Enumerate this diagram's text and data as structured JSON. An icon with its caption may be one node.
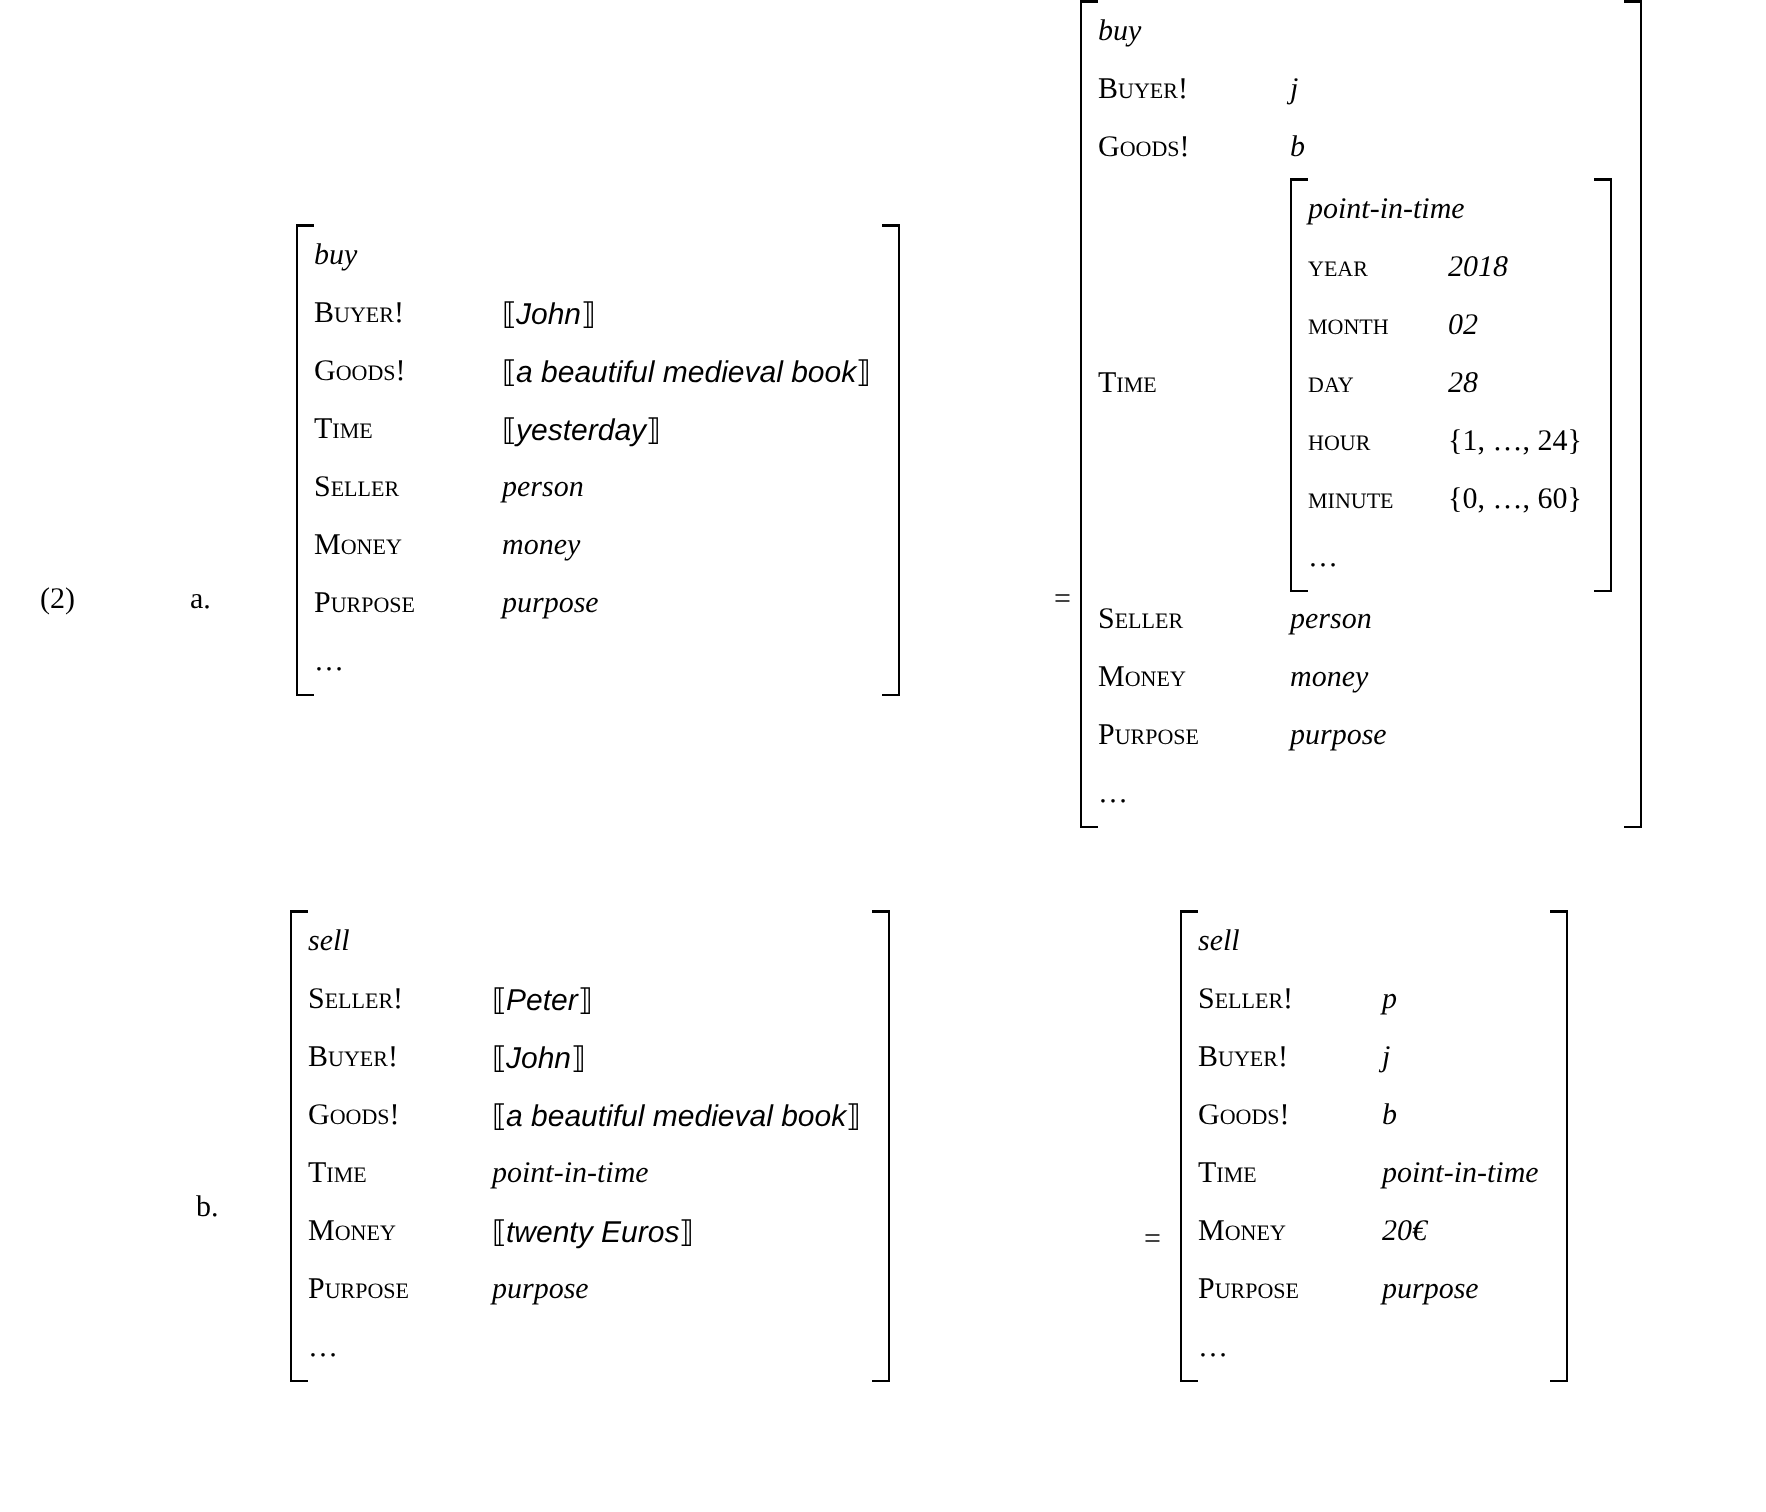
{
  "diagram": {
    "nodes": [
      {
        "text": [
          "buy",
          "Buyer!",
          "⟦*John*⟧",
          "Goods!",
          "⟦*a beautiful medieval book*⟧",
          "Time",
          "⟦*yesterday*⟧",
          "Seller",
          "person",
          "Money",
          "money",
          "Purpose",
          "purpose",
          "…"
        ]
      },
      {
        "text": [
          "buy",
          "Buyer!",
          "j",
          "Goods!",
          "b",
          "Time",
          "Seller",
          "person",
          "Money",
          "money",
          "Purpose",
          "purpose",
          "…"
        ]
      },
      {
        "text": [
          "point-in-time",
          "year",
          "2018",
          "month",
          "02",
          "day",
          "28",
          "hour",
          "{1, …, 24}",
          "minute",
          "{0, …, 60}",
          "…"
        ],
        "in": 1
      },
      {
        "text": [
          "sell",
          "Seller!",
          "⟦*Peter*⟧",
          "Buyer!",
          "⟦*John*⟧",
          "Goods!",
          "⟦*a beautiful medieval book*⟧",
          "Time",
          "point-in-time",
          "Money",
          "⟦*twenty Euros*⟧",
          "Purpose",
          "purpose",
          "…"
        ]
      },
      {
        "text": [
          "sell",
          "Seller!",
          "p",
          "Buyer!",
          "j",
          "Goods!",
          "b",
          "Time",
          "point-in-time",
          "Money",
          "20€",
          "Purpose",
          "purpose",
          "…"
        ]
      }
    ],
    "labels": [
      "(2)",
      "a.",
      "=",
      "b.",
      "="
    ]
  }
}
